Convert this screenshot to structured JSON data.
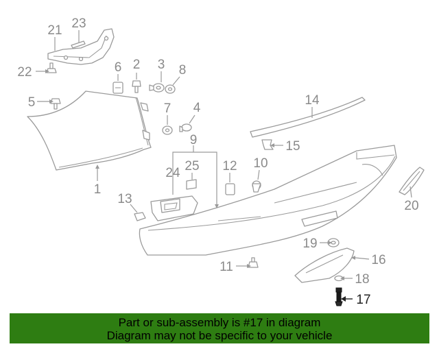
{
  "callouts": {
    "c1": "1",
    "c2": "2",
    "c3": "3",
    "c4": "4",
    "c5": "5",
    "c6": "6",
    "c7": "7",
    "c8": "8",
    "c9": "9",
    "c10": "10",
    "c11": "11",
    "c12": "12",
    "c13": "13",
    "c14": "14",
    "c15": "15",
    "c16": "16",
    "c17": "17",
    "c18": "18",
    "c19": "19",
    "c20": "20",
    "c21": "21",
    "c22": "22",
    "c23": "23",
    "c24": "24",
    "c25": "25"
  },
  "highlighted_part": "17",
  "banner": {
    "line1": "Part or sub-assembly is #17 in diagram",
    "line2": "Diagram may not be specific to your vehicle",
    "color": "#2e7d12"
  }
}
